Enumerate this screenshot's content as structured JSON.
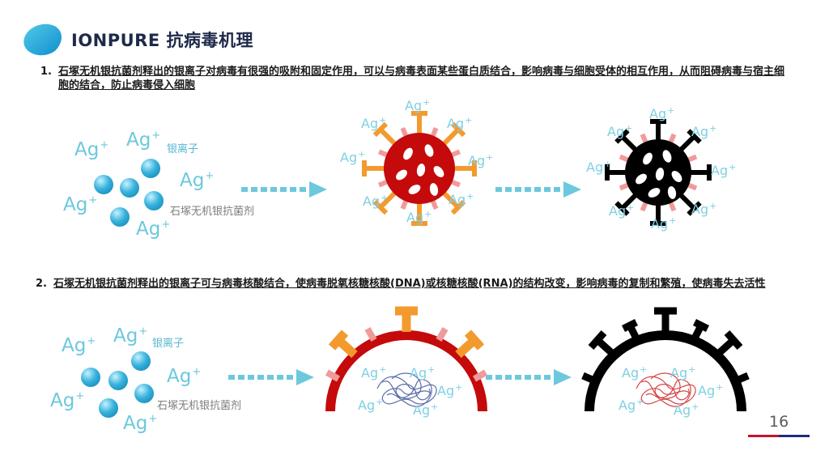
{
  "header": {
    "title": "IONPURE 抗病毒机理"
  },
  "colors": {
    "brand_blue": "#1ca6d8",
    "ion_cyan": "#6cc8dd",
    "virus_red": "#c40a0a",
    "spike_orange": "#f39a2e",
    "spike_pink": "#f09a9a",
    "dna_blue": "#4a5aa0",
    "dna_red": "#d03030",
    "inactive": "#000000"
  },
  "point1": {
    "number": "1.",
    "text": "石塚无机银抗菌剂释出的银离子对病毒有很强的吸附和固定作用，可以与病毒表面某些蛋白质结合，影响病毒与细胞受体的相互作用，从而阻碍病毒与宿主细胞的结合，防止病毒侵入细胞"
  },
  "point2": {
    "number": "2.",
    "text": "石塚无机银抗菌剂释出的银离子可与病毒核酸结合，使病毒脱氧核糖核酸(DNA)或核糖核酸(RNA)的结构改变，影响病毒的复制和繁殖，使病毒失去活性"
  },
  "labels": {
    "ag": "Ag",
    "plus": "+",
    "silver_ion": "银离子",
    "agent": "石塚无机银抗菌剂"
  },
  "icons": [
    "logo-blob-icon",
    "dotted-arrow-icon",
    "virus-active-icon",
    "virus-inactive-icon",
    "virus-half-icon",
    "dna-strand-icon"
  ],
  "page": {
    "number": "16"
  }
}
